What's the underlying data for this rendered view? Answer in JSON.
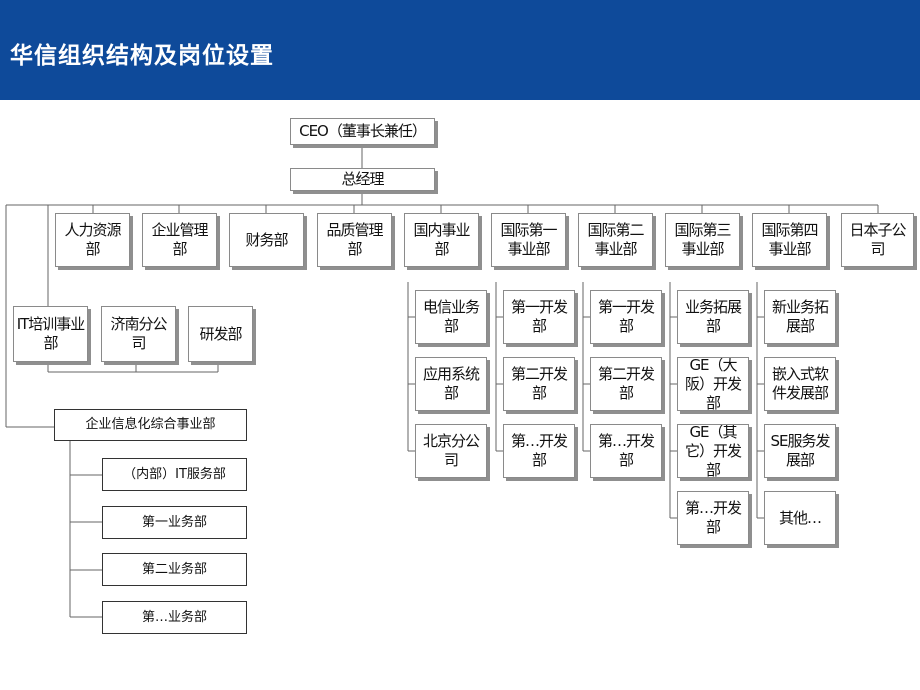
{
  "header": {
    "title": "华信组织结构及岗位设置",
    "bg_color": "#0e4a9a"
  },
  "org": {
    "ceo": "CEO（董事长兼任）",
    "gm": "总经理",
    "top_units": [
      "人力资源部",
      "企业管理部",
      "财务部",
      "品质管理部",
      "国内事业部",
      "国际第一事业部",
      "国际第二事业部",
      "国际第三事业部",
      "国际第四事业部",
      "日本子公司"
    ],
    "left_units": [
      "IT培训事业部",
      "济南分公司",
      "研发部"
    ],
    "domestic": [
      "电信业务部",
      "应用系统部",
      "北京分公司"
    ],
    "intl1": [
      "第一开发部",
      "第二开发部",
      "第…开发部"
    ],
    "intl2": [
      "第一开发部",
      "第二开发部",
      "第…开发部"
    ],
    "intl3": [
      "业务拓展部",
      "GE（大阪）开发部",
      "GE（其它）开发部",
      "第…开发部"
    ],
    "intl4": [
      "新业务拓展部",
      "嵌入式软件发展部",
      "SE服务发展部",
      "其他…"
    ],
    "it_division": {
      "name": "企业信息化综合事业部",
      "subs": [
        "（内部）IT服务部",
        "第一业务部",
        "第二业务部",
        "第…业务部"
      ]
    }
  }
}
